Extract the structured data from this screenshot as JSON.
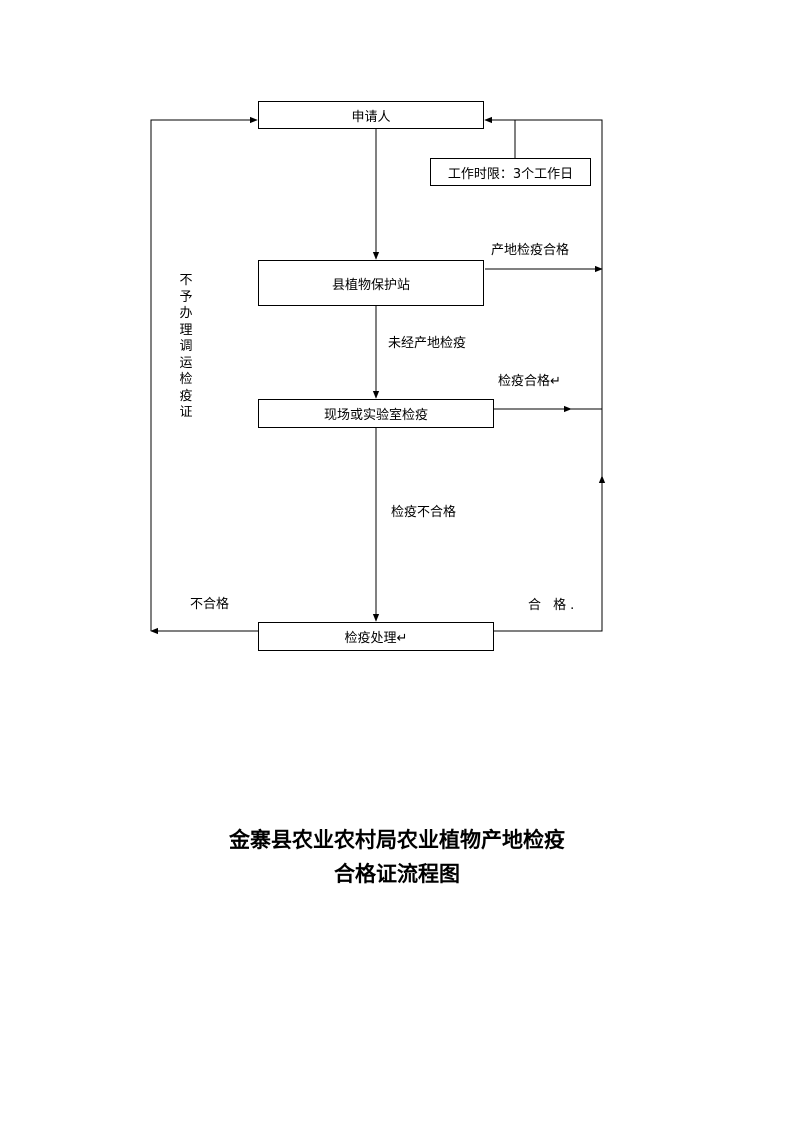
{
  "diagram": {
    "nodes": {
      "applicant": "申请人",
      "work_time": "工作时限：3个工作日",
      "county_station": "县植物保护站",
      "field_lab_inspection": "现场或实验室检疫",
      "quarantine_handling": "检疫处理↵"
    },
    "edge_labels": {
      "origin_passed": "产地检疫合格",
      "no_origin_inspection": "未经产地检疫",
      "inspection_passed": "检疫合格↵",
      "inspection_failed": "检疫不合格",
      "failed": "不合格",
      "passed": "合 格."
    },
    "side_label": "不予办理调运检疫证"
  },
  "caption": {
    "line1": "金寨县农业农村局农业植物产地检疫",
    "line2": "合格证流程图"
  }
}
